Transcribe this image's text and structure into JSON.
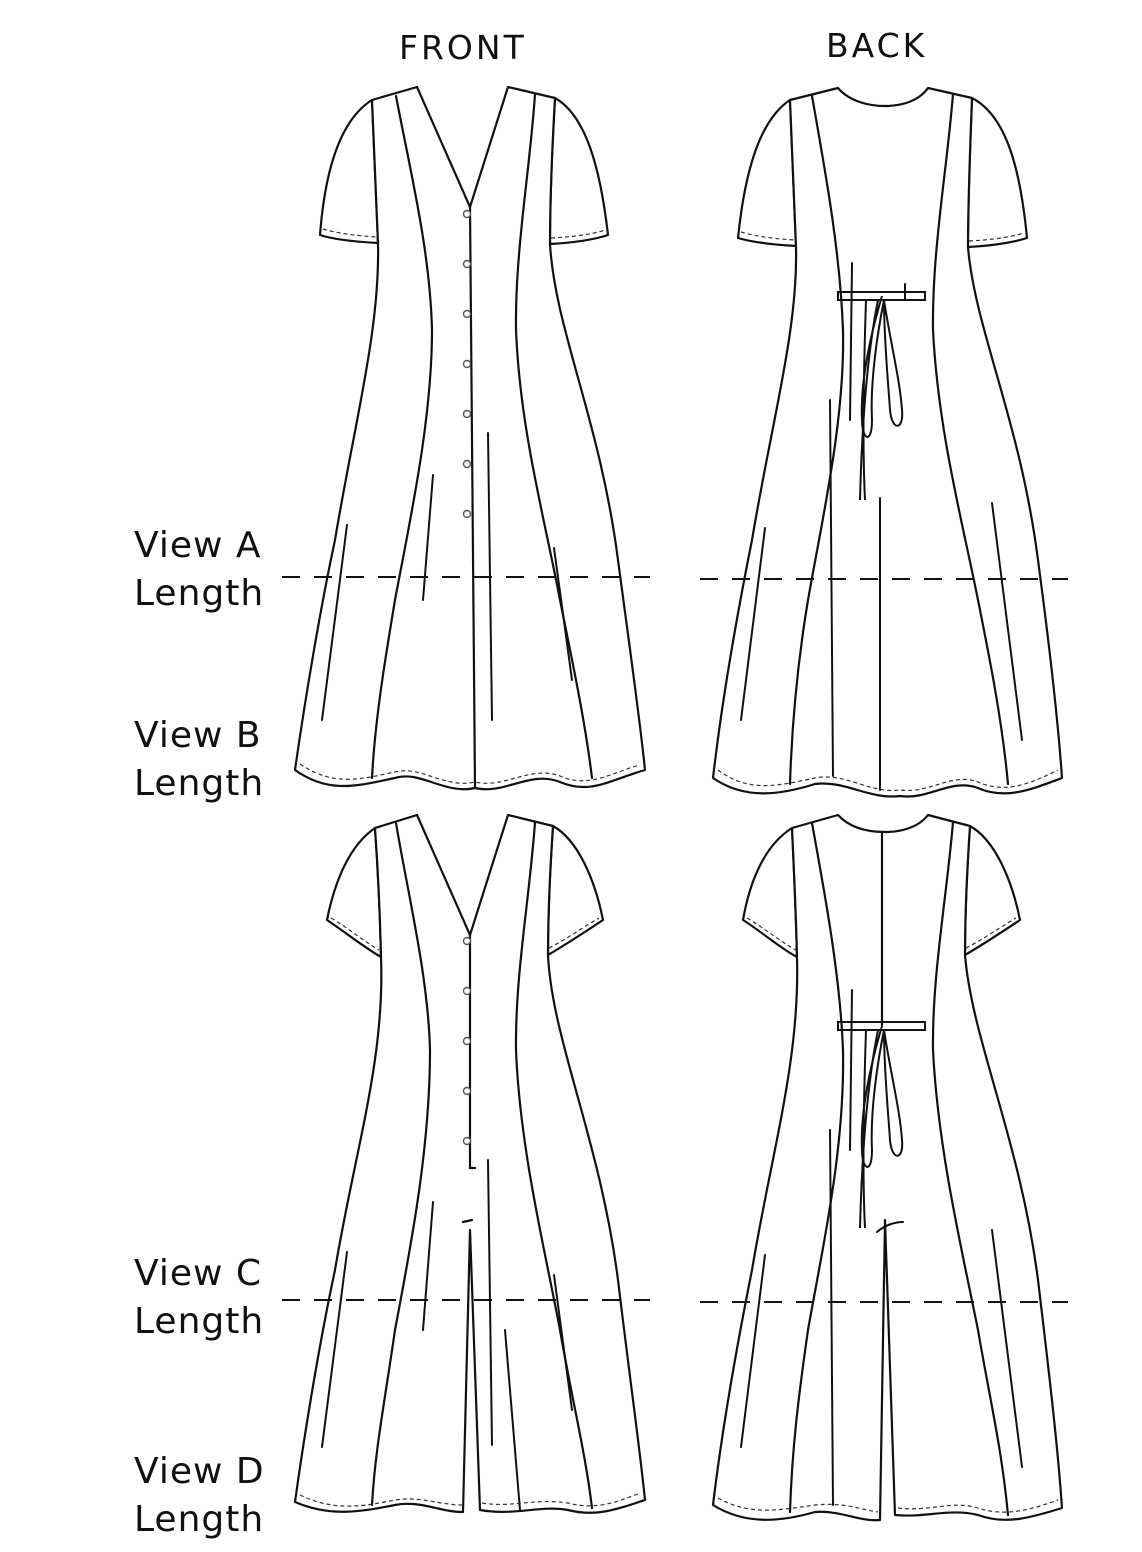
{
  "headings": {
    "front": "FRONT",
    "back": "BACK"
  },
  "views": [
    {
      "name": "View A",
      "suffix": "Length"
    },
    {
      "name": "View B",
      "suffix": "Length"
    },
    {
      "name": "View C",
      "suffix": "Length"
    },
    {
      "name": "View D",
      "suffix": "Length"
    }
  ],
  "garments": [
    {
      "id": "dress-front",
      "label": "front view, dress"
    },
    {
      "id": "dress-back",
      "label": "back view, dress"
    },
    {
      "id": "jumpsuit-front",
      "label": "front view, jumpsuit"
    },
    {
      "id": "jumpsuit-back",
      "label": "back view, jumpsuit"
    }
  ],
  "colors": {
    "line": "#111111",
    "background": "#ffffff"
  }
}
